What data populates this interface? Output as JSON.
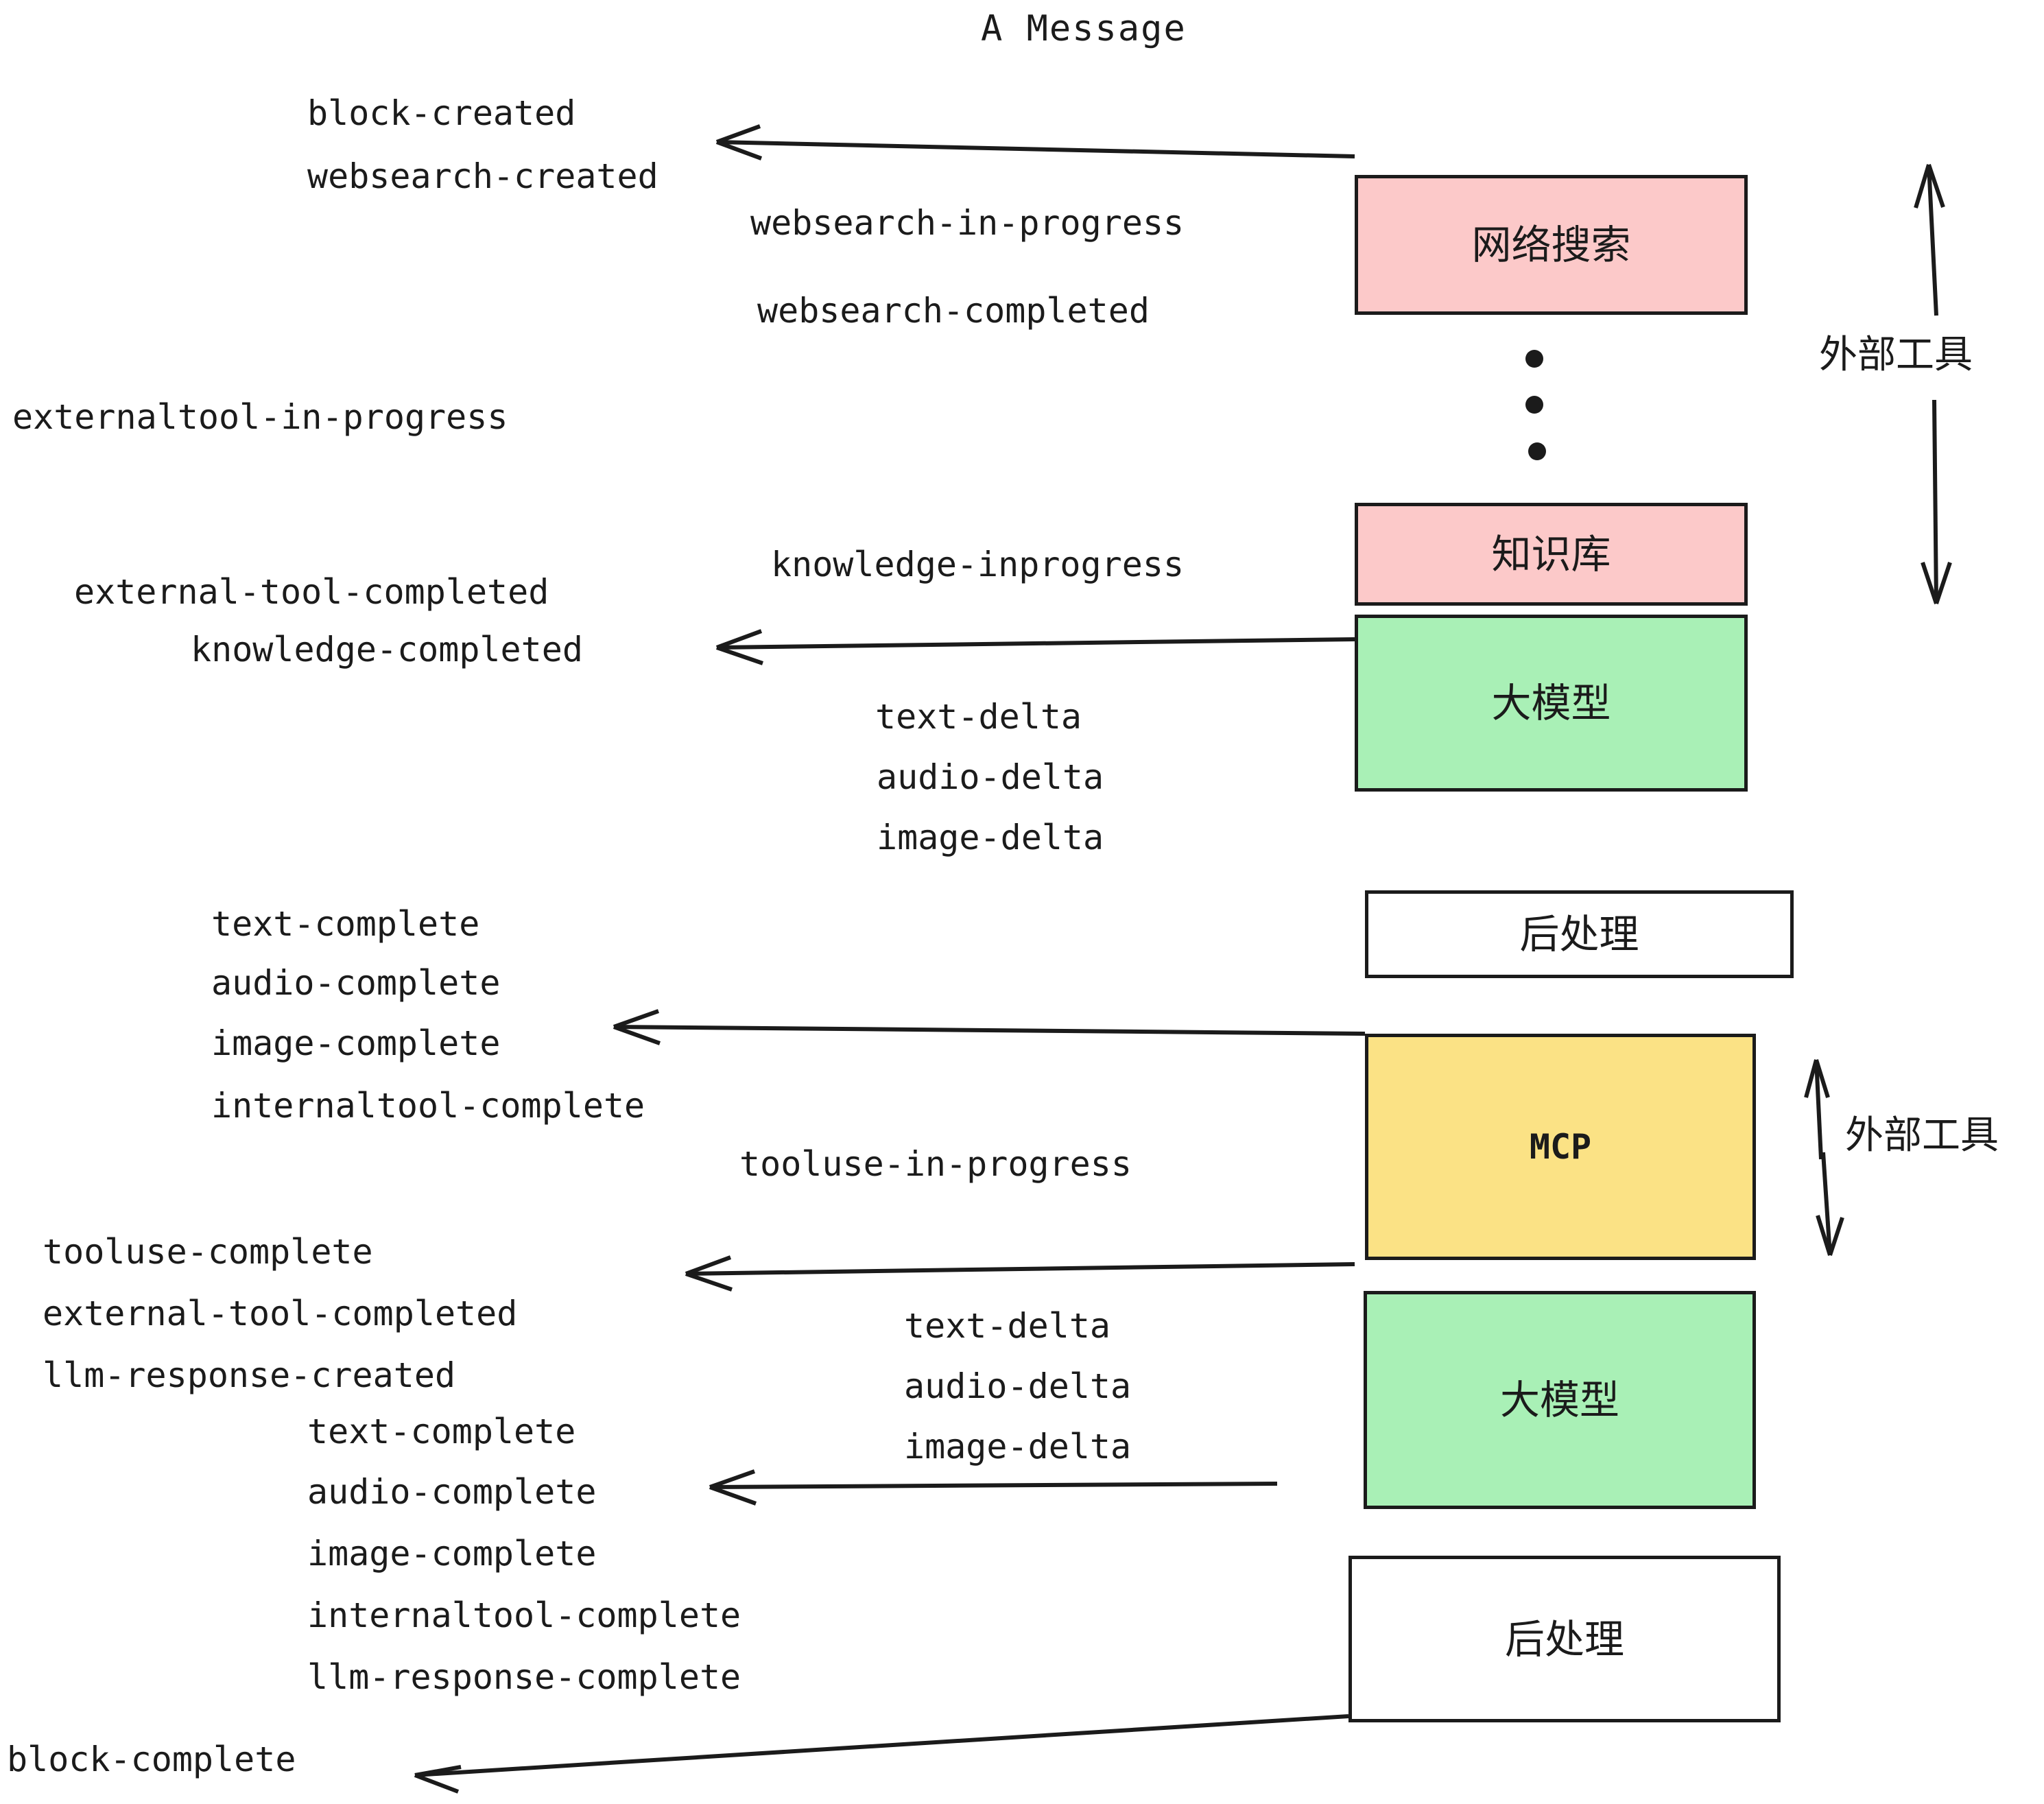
{
  "diagram": {
    "title": "A Message",
    "boxes": [
      {
        "id": "websearch",
        "label": "网络搜索",
        "color": "#fcc9c9",
        "kind": "external-tool"
      },
      {
        "id": "knowledge",
        "label": "知识库",
        "color": "#fcc9c9",
        "kind": "external-tool"
      },
      {
        "id": "llm-1",
        "label": "大模型",
        "color": "#a9f0b6",
        "kind": "llm"
      },
      {
        "id": "postprocess-1",
        "label": "后处理",
        "color": "#ffffff",
        "kind": "post-process"
      },
      {
        "id": "mcp",
        "label": "MCP",
        "color": "#fbe285",
        "kind": "external-tool"
      },
      {
        "id": "llm-2",
        "label": "大模型",
        "color": "#a9f0b6",
        "kind": "llm"
      },
      {
        "id": "postprocess-2",
        "label": "后处理",
        "color": "#ffffff",
        "kind": "post-process"
      }
    ],
    "side_labels": [
      {
        "id": "external-tool-top",
        "text": "外部工具"
      },
      {
        "id": "external-tool-bottom",
        "text": "外部工具"
      }
    ],
    "events": [
      {
        "id": "block-created",
        "text": "block-created"
      },
      {
        "id": "websearch-created",
        "text": "websearch-created"
      },
      {
        "id": "websearch-in-progress",
        "text": "websearch-in-progress"
      },
      {
        "id": "websearch-completed",
        "text": "websearch-completed"
      },
      {
        "id": "externaltool-in-progress",
        "text": "externaltool-in-progress"
      },
      {
        "id": "knowledge-inprogress",
        "text": "knowledge-inprogress"
      },
      {
        "id": "external-tool-completed-1",
        "text": "external-tool-completed"
      },
      {
        "id": "knowledge-completed",
        "text": "knowledge-completed"
      },
      {
        "id": "text-delta-1",
        "text": "text-delta"
      },
      {
        "id": "audio-delta-1",
        "text": "audio-delta"
      },
      {
        "id": "image-delta-1",
        "text": "image-delta"
      },
      {
        "id": "text-complete-1",
        "text": "text-complete"
      },
      {
        "id": "audio-complete-1",
        "text": "audio-complete"
      },
      {
        "id": "image-complete-1",
        "text": "image-complete"
      },
      {
        "id": "internaltool-complete-1",
        "text": "internaltool-complete"
      },
      {
        "id": "tooluse-in-progress",
        "text": "tooluse-in-progress"
      },
      {
        "id": "tooluse-complete",
        "text": "tooluse-complete"
      },
      {
        "id": "external-tool-completed-2",
        "text": "external-tool-completed"
      },
      {
        "id": "llm-response-created",
        "text": "llm-response-created"
      },
      {
        "id": "text-delta-2",
        "text": "text-delta"
      },
      {
        "id": "audio-delta-2",
        "text": "audio-delta"
      },
      {
        "id": "image-delta-2",
        "text": "image-delta"
      },
      {
        "id": "text-complete-2",
        "text": "text-complete"
      },
      {
        "id": "audio-complete-2",
        "text": "audio-complete"
      },
      {
        "id": "image-complete-2",
        "text": "image-complete"
      },
      {
        "id": "internaltool-complete-2",
        "text": "internaltool-complete"
      },
      {
        "id": "llm-response-complete",
        "text": "llm-response-complete"
      },
      {
        "id": "block-complete",
        "text": "block-complete"
      }
    ],
    "colors": {
      "stroke": "#1b1b1b",
      "external_tool_fill": "#fcc9c9",
      "llm_fill": "#a9f0b6",
      "mcp_fill": "#fbe285",
      "post_process_fill": "#ffffff",
      "background": "#ffffff"
    }
  }
}
